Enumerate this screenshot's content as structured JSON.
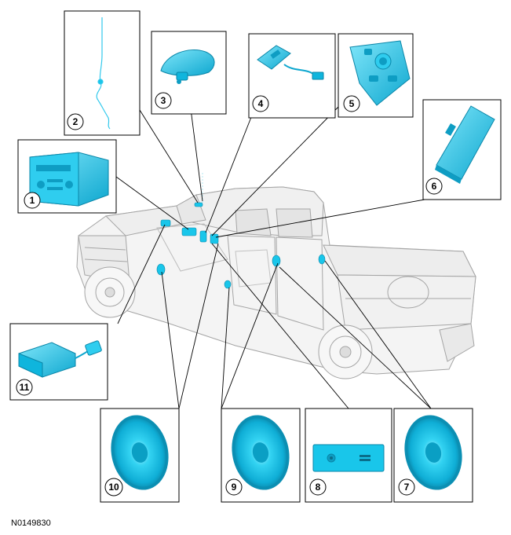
{
  "figure": {
    "reference_code": "N0149830"
  },
  "callouts": [
    {
      "id": "c1",
      "label": "1",
      "component": "radio-head-unit"
    },
    {
      "id": "c2",
      "label": "2",
      "component": "antenna-cable"
    },
    {
      "id": "c3",
      "label": "3",
      "component": "roof-antenna"
    },
    {
      "id": "c4",
      "label": "4",
      "component": "usb-module"
    },
    {
      "id": "c5",
      "label": "5",
      "component": "audio-control-panel"
    },
    {
      "id": "c6",
      "label": "6",
      "component": "audio-module"
    },
    {
      "id": "c7",
      "label": "7",
      "component": "rear-speaker"
    },
    {
      "id": "c8",
      "label": "8",
      "component": "aux-input-jack"
    },
    {
      "id": "c9",
      "label": "9",
      "component": "front-door-speaker"
    },
    {
      "id": "c10",
      "label": "10",
      "component": "front-speaker"
    },
    {
      "id": "c11",
      "label": "11",
      "component": "amplifier-module"
    }
  ],
  "colors": {
    "part": "#19c6ea",
    "part_dark": "#0a9fc4",
    "part_light": "#7fe3f7",
    "outline": "#000000",
    "truck_line": "#9a9a9a"
  }
}
